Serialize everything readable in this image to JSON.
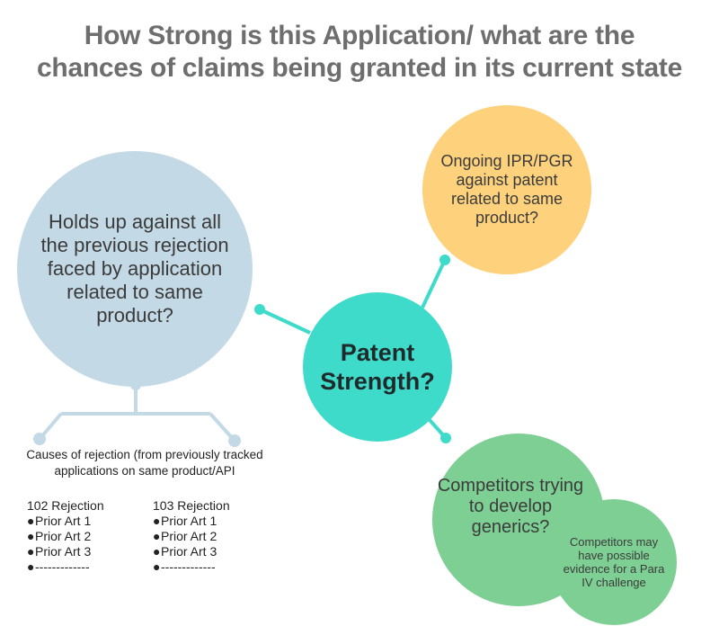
{
  "title": {
    "line1": "How Strong  is this Application/ what are the",
    "line2": "chances of  claims being granted in its current state"
  },
  "nodes": {
    "rejection": {
      "text": "Holds up against all the previous rejection faced by application related to same product?",
      "color": "#c3d9e6"
    },
    "ipr": {
      "text": "Ongoing IPR/PGR against patent related to same product?",
      "color": "#fed27d"
    },
    "center": {
      "text": "Patent Strength?",
      "color": "#3edbcb"
    },
    "competitors": {
      "text": "Competitors trying to develop generics?",
      "color": "#7ecf93"
    },
    "para_iv": {
      "text": "Competitors may have possible evidence for a Para  IV challenge",
      "color": "#7ecf93"
    }
  },
  "causes": {
    "heading": "Causes of rejection (from previously tracked applications on same product/API",
    "col102": {
      "heading": "102 Rejection",
      "items": [
        "Prior Art 1",
        "Prior Art 2",
        "Prior Art 3",
        "-------------"
      ]
    },
    "col103": {
      "heading": "103 Rejection",
      "items": [
        "Prior Art 1",
        "Prior Art 2",
        "Prior Art 3",
        "-------------"
      ]
    }
  },
  "connector_color": "#3edbcb",
  "tree_color": "#c3d9e6",
  "bullet": "●"
}
